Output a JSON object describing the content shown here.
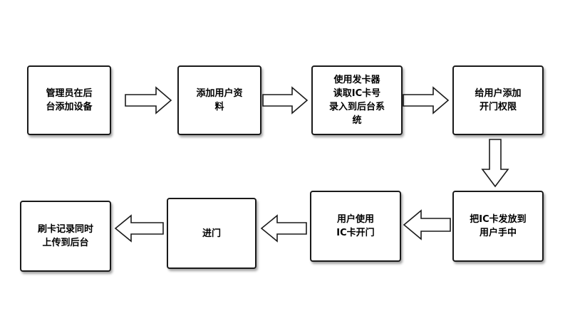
{
  "steps": [
    {
      "line1": "管理员在后",
      "line2": "台添加设备"
    },
    {
      "line1": "添加用户资",
      "line2": "料"
    },
    {
      "line1": "使用发卡器",
      "line2": "读取IC卡号",
      "line3": "录入到后台系",
      "line4": "统"
    },
    {
      "line1": "给用户添加",
      "line2": "开门权限"
    },
    {
      "line1": "把IC卡发放到",
      "line2": "用户手中"
    },
    {
      "line1": "用户使用",
      "line2": "IC卡开门"
    },
    {
      "line1": "进门"
    },
    {
      "line1": "刷卡记录同时",
      "line2": "上传到后台"
    }
  ]
}
